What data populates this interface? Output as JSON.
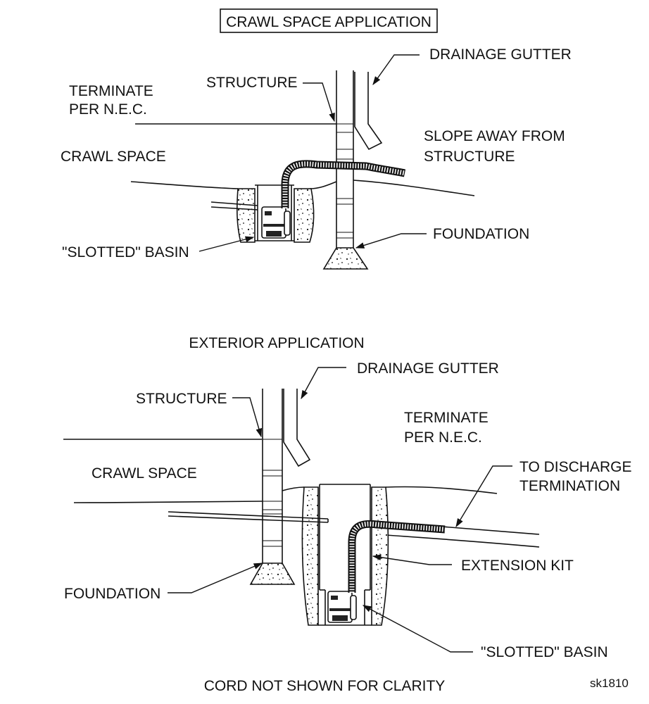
{
  "crawl_space": {
    "title": "CRAWL SPACE APPLICATION",
    "labels": {
      "drainage_gutter": "DRAINAGE GUTTER",
      "structure": "STRUCTURE",
      "terminate_line1": "TERMINATE",
      "terminate_line2": "PER N.E.C.",
      "slope_line1": "SLOPE AWAY FROM",
      "slope_line2": "STRUCTURE",
      "crawl_space": "CRAWL SPACE",
      "foundation": "FOUNDATION",
      "slotted_basin": "\"SLOTTED\" BASIN"
    }
  },
  "exterior": {
    "title": "EXTERIOR APPLICATION",
    "labels": {
      "drainage_gutter": "DRAINAGE GUTTER",
      "structure": "STRUCTURE",
      "terminate_line1": "TERMINATE",
      "terminate_line2": "PER N.E.C.",
      "crawl_space": "CRAWL SPACE",
      "discharge_line1": "TO DISCHARGE",
      "discharge_line2": "TERMINATION",
      "extension_kit": "EXTENSION KIT",
      "foundation": "FOUNDATION",
      "slotted_basin": "\"SLOTTED\" BASIN"
    }
  },
  "footer": {
    "note": "CORD NOT SHOWN FOR CLARITY",
    "sketch_id": "sk1810"
  }
}
